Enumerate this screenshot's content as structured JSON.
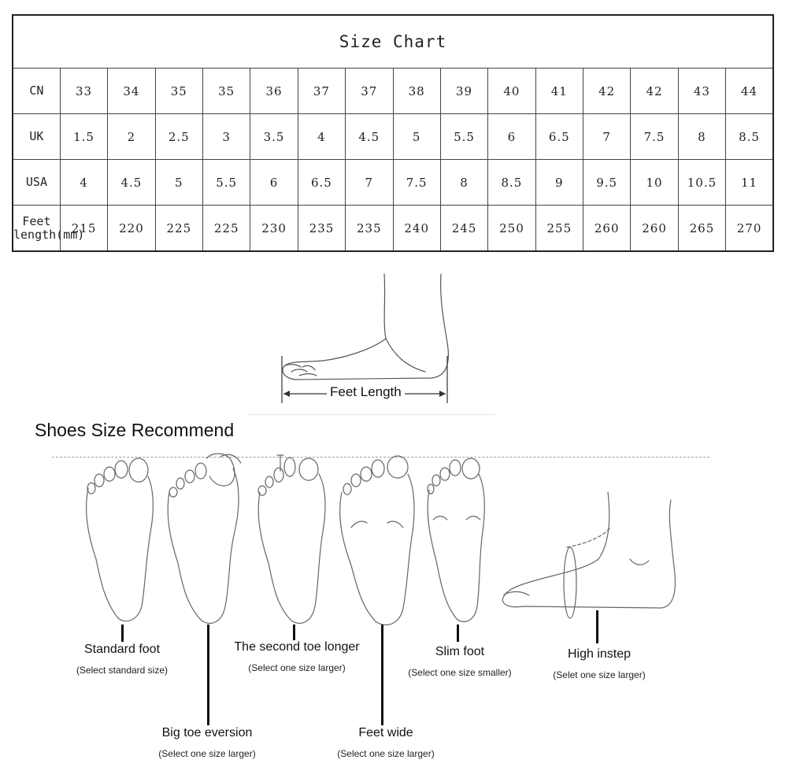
{
  "size_chart": {
    "title": "Size Chart",
    "rows": [
      {
        "label": "CN",
        "values": [
          "33",
          "34",
          "35",
          "35",
          "36",
          "37",
          "37",
          "38",
          "39",
          "40",
          "41",
          "42",
          "42",
          "43",
          "44"
        ]
      },
      {
        "label": "UK",
        "values": [
          "1.5",
          "2",
          "2.5",
          "3",
          "3.5",
          "4",
          "4.5",
          "5",
          "5.5",
          "6",
          "6.5",
          "7",
          "7.5",
          "8",
          "8.5"
        ]
      },
      {
        "label": "USA",
        "values": [
          "4",
          "4.5",
          "5",
          "5.5",
          "6",
          "6.5",
          "7",
          "7.5",
          "8",
          "8.5",
          "9",
          "9.5",
          "10",
          "10.5",
          "11"
        ]
      },
      {
        "label_line1": "Feet",
        "label_line2": "length(mm)",
        "values": [
          "215",
          "220",
          "225",
          "225",
          "230",
          "235",
          "235",
          "240",
          "245",
          "250",
          "255",
          "260",
          "260",
          "265",
          "270"
        ]
      }
    ]
  },
  "feet_length_diagram": {
    "label": "Feet Length"
  },
  "recommend": {
    "title": "Shoes Size Recommend",
    "items": [
      {
        "name": "Standard foot",
        "note": "(Select standard size)"
      },
      {
        "name": "Big toe eversion",
        "note": "(Select one size larger)"
      },
      {
        "name": "The second toe longer",
        "note": "(Select one size larger)"
      },
      {
        "name": "Feet wide",
        "note": "(Select one size larger)"
      },
      {
        "name": "Slim foot",
        "note": "(Select one size smaller)"
      },
      {
        "name": "High instep",
        "note": "(Selet one size larger)"
      }
    ]
  }
}
